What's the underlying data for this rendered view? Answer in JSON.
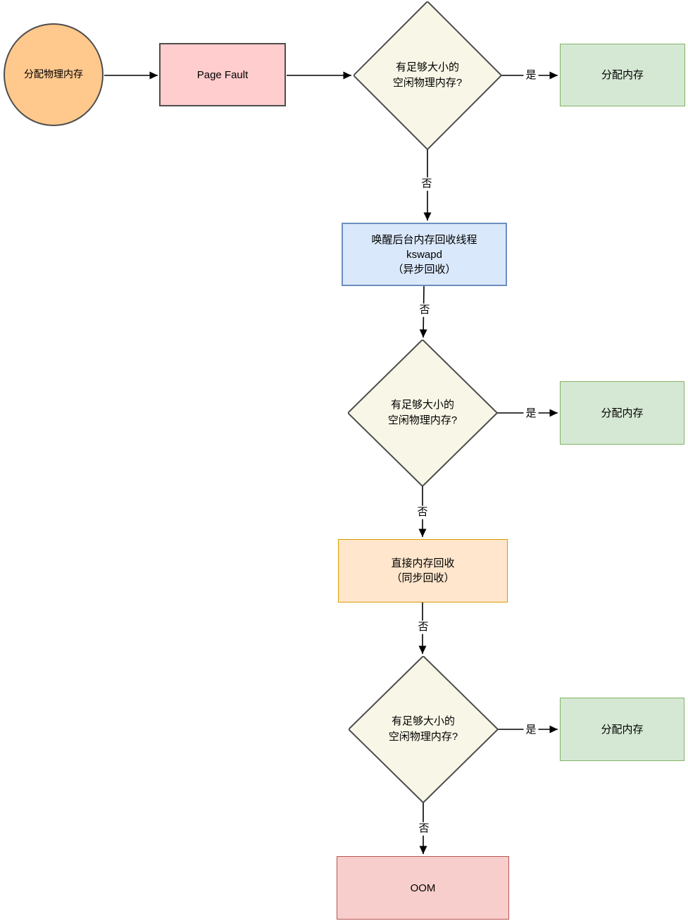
{
  "diagram": {
    "type": "flowchart",
    "background": "#ffffff",
    "arrow_color": "#000000",
    "nodes": {
      "start": {
        "label": "分配物理内存",
        "shape": "ellipse",
        "fill": "#ffc88c",
        "stroke": "#4d4d4d"
      },
      "page_fault": {
        "label": "Page Fault",
        "shape": "rect",
        "fill": "#ffcdcd",
        "stroke": "#4d4d4d"
      },
      "decision1": {
        "label": "有足够大小的\n空闲物理内存?",
        "shape": "diamond",
        "fill": "#f8f6e6",
        "stroke": "#4d4d4d"
      },
      "alloc1": {
        "label": "分配内存",
        "shape": "rect",
        "fill": "#d5e8d4",
        "stroke": "#82b366"
      },
      "kswapd": {
        "label": "唤醒后台内存回收线程\nkswapd\n（异步回收）",
        "shape": "rect",
        "fill": "#dae8fc",
        "stroke": "#6c8ebf"
      },
      "decision2": {
        "label": "有足够大小的\n空闲物理内存?",
        "shape": "diamond",
        "fill": "#f8f6e6",
        "stroke": "#4d4d4d"
      },
      "alloc2": {
        "label": "分配内存",
        "shape": "rect",
        "fill": "#d5e8d4",
        "stroke": "#82b366"
      },
      "direct_reclaim": {
        "label": "直接内存回收\n（同步回收）",
        "shape": "rect",
        "fill": "#ffe6cc",
        "stroke": "#d79b00"
      },
      "decision3": {
        "label": "有足够大小的\n空闲物理内存?",
        "shape": "diamond",
        "fill": "#f8f6e6",
        "stroke": "#4d4d4d"
      },
      "alloc3": {
        "label": "分配内存",
        "shape": "rect",
        "fill": "#d5e8d4",
        "stroke": "#82b366"
      },
      "oom": {
        "label": "OOM",
        "shape": "rect",
        "fill": "#f8cecc",
        "stroke": "#b85450"
      }
    },
    "edge_labels": {
      "yes1": "是",
      "no1": "否",
      "no2": "否",
      "yes2": "是",
      "no3": "否",
      "no4": "否",
      "yes3": "是",
      "no5": "否"
    }
  }
}
